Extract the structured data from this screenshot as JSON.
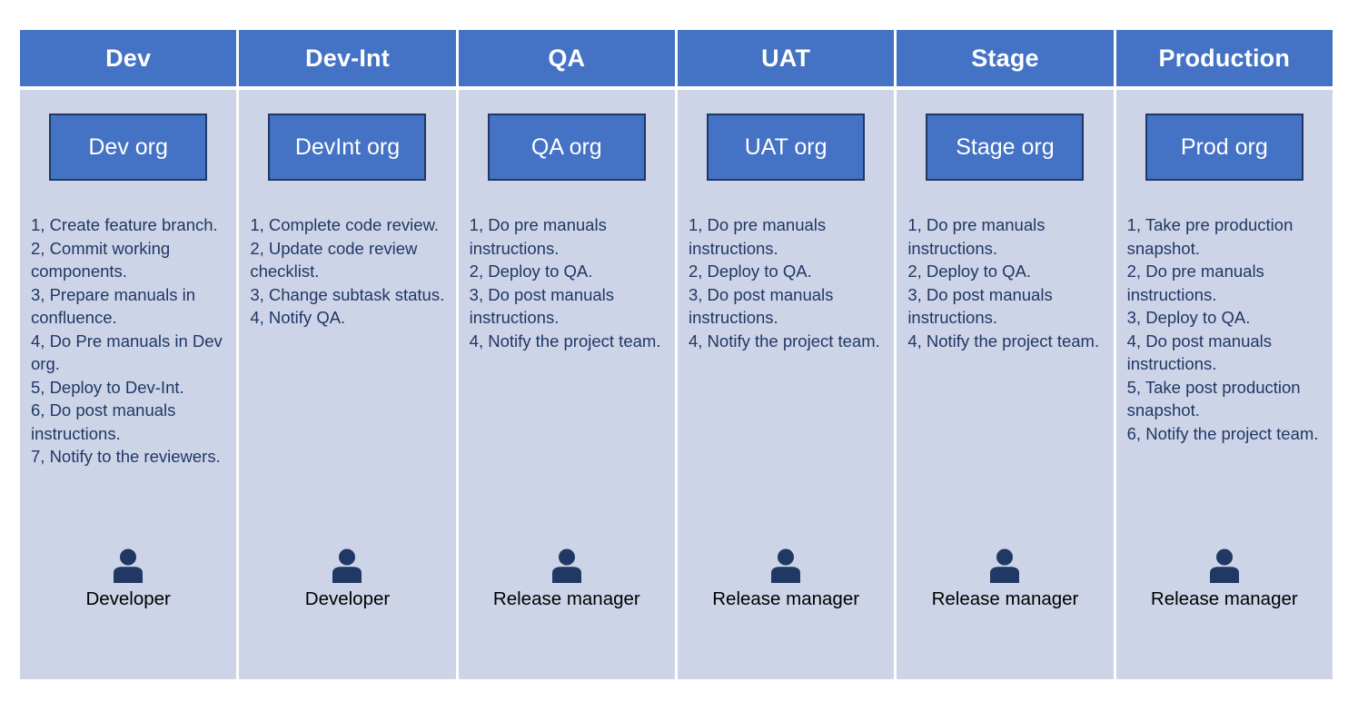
{
  "diagram": {
    "title_colors": {
      "header_bg": "#4472C4",
      "body_bg": "#CED4E8",
      "org_box_bg": "#4472C4",
      "org_box_border": "#1F3864",
      "step_text": "#1F3864",
      "role_text": "#000000",
      "icon": "#1F3864",
      "page_bg": "#FFFFFF"
    },
    "columns": [
      {
        "header": "Dev",
        "org": "Dev org",
        "steps": [
          "1, Create feature branch.",
          "2, Commit working components.",
          "3, Prepare manuals in confluence.",
          "4, Do Pre manuals in Dev org.",
          "5, Deploy to Dev-Int.",
          "6, Do post manuals instructions.",
          "7, Notify to the reviewers."
        ],
        "role": "Developer",
        "role_icon": "person-icon"
      },
      {
        "header": "Dev-Int",
        "org": "DevInt org",
        "steps": [
          "1, Complete code review.",
          "2, Update code review checklist.",
          "3, Change subtask status.",
          "4, Notify QA."
        ],
        "role": "Developer",
        "role_icon": "person-icon"
      },
      {
        "header": "QA",
        "org": "QA org",
        "steps": [
          "1, Do pre manuals instructions.",
          "2, Deploy to QA.",
          "3, Do post manuals instructions.",
          "4, Notify the project team."
        ],
        "role": "Release manager",
        "role_icon": "person-icon"
      },
      {
        "header": "UAT",
        "org": "UAT org",
        "steps": [
          "1, Do pre manuals instructions.",
          "2, Deploy to QA.",
          "3, Do post manuals instructions.",
          "4, Notify the project team."
        ],
        "role": "Release manager",
        "role_icon": "person-icon"
      },
      {
        "header": "Stage",
        "org": "Stage org",
        "steps": [
          "1, Do pre manuals instructions.",
          "2, Deploy to QA.",
          "3, Do post manuals instructions.",
          "4, Notify the project team."
        ],
        "role": "Release manager",
        "role_icon": "person-icon"
      },
      {
        "header": "Production",
        "org": "Prod org",
        "steps": [
          "1, Take pre production snapshot.",
          "2, Do pre manuals instructions.",
          "3, Deploy to QA.",
          "4, Do post manuals instructions.",
          "5, Take post production snapshot.",
          "6, Notify the project team."
        ],
        "role": "Release manager",
        "role_icon": "person-icon"
      }
    ]
  }
}
